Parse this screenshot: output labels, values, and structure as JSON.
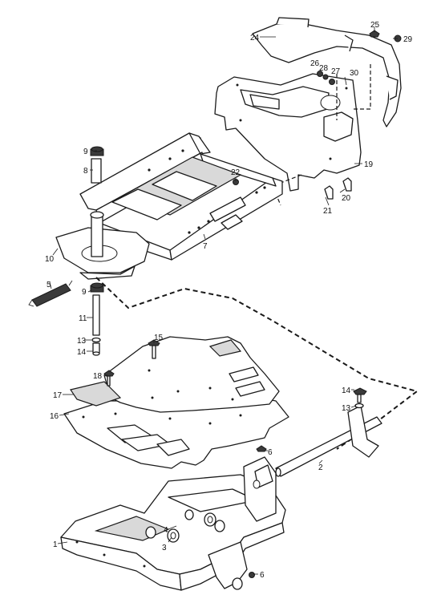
{
  "callouts": [
    {
      "label": "1"
    },
    {
      "label": "2"
    },
    {
      "label": "3"
    },
    {
      "label": "4"
    },
    {
      "label": "5"
    },
    {
      "label": "6"
    },
    {
      "label": "6"
    },
    {
      "label": "7"
    },
    {
      "label": "8"
    },
    {
      "label": "9"
    },
    {
      "label": "9"
    },
    {
      "label": "10"
    },
    {
      "label": "11"
    },
    {
      "label": "13"
    },
    {
      "label": "13"
    },
    {
      "label": "14"
    },
    {
      "label": "14"
    },
    {
      "label": "15"
    },
    {
      "label": "16"
    },
    {
      "label": "17"
    },
    {
      "label": "18"
    },
    {
      "label": "19"
    },
    {
      "label": "20"
    },
    {
      "label": "21"
    },
    {
      "label": "22"
    },
    {
      "label": "24"
    },
    {
      "label": "25"
    },
    {
      "label": "26"
    },
    {
      "label": "27"
    },
    {
      "label": "28"
    },
    {
      "label": "29"
    },
    {
      "label": "30"
    }
  ]
}
